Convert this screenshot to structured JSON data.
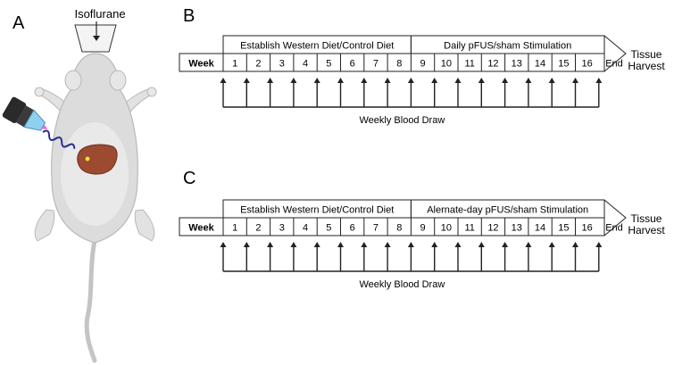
{
  "panel_a": {
    "label": "A",
    "anesthesia_label": "Isoflurane"
  },
  "panels": [
    {
      "label": "B",
      "phase1_label": "Establish Western Diet/Control Diet",
      "phase2_label": "Daily pFUS/sham Stimulation",
      "week_label": "Week",
      "weeks": [
        "1",
        "2",
        "3",
        "4",
        "5",
        "6",
        "7",
        "8",
        "9",
        "10",
        "11",
        "12",
        "13",
        "14",
        "15",
        "16"
      ],
      "end_label": "End",
      "outcome_label": [
        "Tissue",
        "Harvest"
      ],
      "blood_draw_label": "Weekly Blood Draw"
    },
    {
      "label": "C",
      "phase1_label": "Establish Western Diet/Control Diet",
      "phase2_label": "Alernate-day pFUS/sham Stimulation",
      "week_label": "Week",
      "weeks": [
        "1",
        "2",
        "3",
        "4",
        "5",
        "6",
        "7",
        "8",
        "9",
        "10",
        "11",
        "12",
        "13",
        "14",
        "15",
        "16"
      ],
      "end_label": "End",
      "outcome_label": [
        "Tissue",
        "Harvest"
      ],
      "blood_draw_label": "Weekly Blood Draw"
    }
  ],
  "colors": {
    "mouse_body": "#dcdcdc",
    "mouse_outline": "#b9b9b9",
    "liver": "#9c4a30",
    "probe": "#8fd0f0",
    "wave": "#2a2f8f",
    "line": "#222222"
  }
}
